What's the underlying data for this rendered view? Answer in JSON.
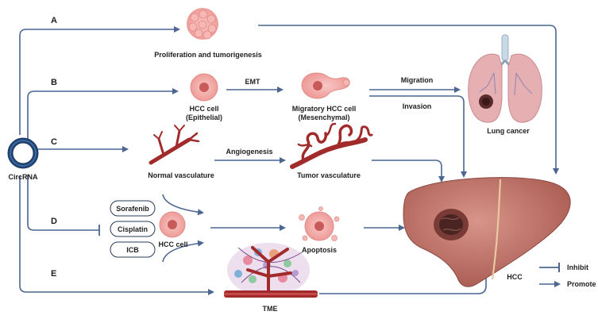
{
  "branches": {
    "a": "A",
    "b": "B",
    "c": "C",
    "d": "D",
    "e": "E"
  },
  "circrna": "CircRNA",
  "proliferation": "Proliferation and tumorigenesis",
  "hcc_epithelial_1": "HCC cell",
  "hcc_epithelial_2": "(Epithelial)",
  "emt": "EMT",
  "migratory_1": "Migratory HCC cell",
  "migratory_2": "(Mesenchymal)",
  "migration": "Migration",
  "invasion": "Invasion",
  "lung_cancer": "Lung cancer",
  "normal_vasculature": "Normal vasculature",
  "angiogenesis": "Angiogenesis",
  "tumor_vasculature": "Tumor vasculature",
  "drugs": [
    "Sorafenib",
    "Cisplatin",
    "ICB"
  ],
  "hcc_cell": "HCC cell",
  "apoptosis": "Apoptosis",
  "tme": "TME",
  "hcc": "HCC",
  "legend": {
    "inhibit": "Inhibit",
    "promote": "Promote"
  },
  "colors": {
    "arrow": "#4a6691",
    "cell": "#f2a9a6",
    "liver": "#b86a5f",
    "vessel": "#a12a2a",
    "lung": "#e0a6a8"
  }
}
